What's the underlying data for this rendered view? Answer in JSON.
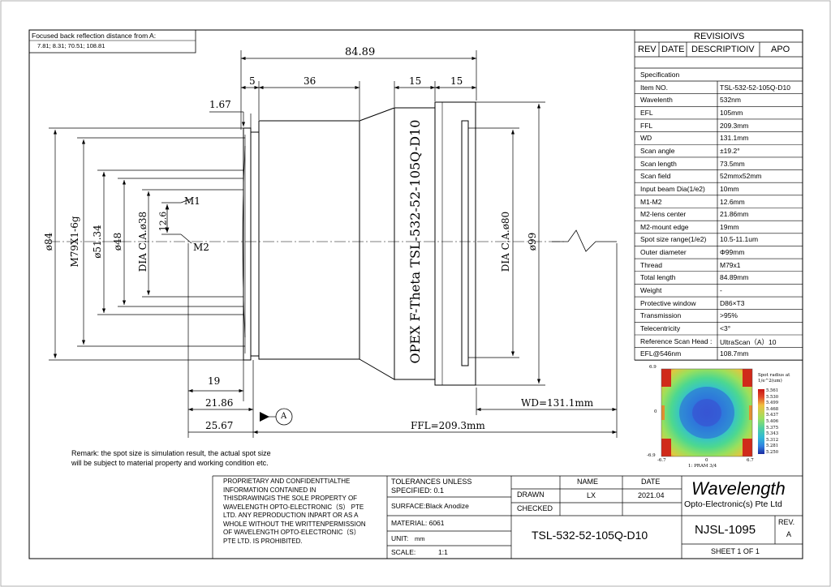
{
  "note_box": {
    "title": "Focused back reflection distance from A:",
    "values": "7.81; 8.31; 70.51; 108.81"
  },
  "dimensions": {
    "total_length": "84.89",
    "d5": "5",
    "d36": "36",
    "d15a": "15",
    "d15b": "15",
    "d167": "1.67",
    "dia84": "ø84",
    "thread": "M79X1-6g",
    "dia5134": "ø51.34",
    "dia48": "ø48",
    "ca38": "DIA C.A.ø38",
    "d126": "12.6",
    "m1": "M1",
    "m2": "M2",
    "ca80": "DIA C.A.ø80",
    "dia99": "ø99",
    "d19": "19",
    "d2186": "21.86",
    "d2567": "25.67",
    "wd": "WD=131.1mm",
    "ffl": "FFL=209.3mm",
    "datum": "A"
  },
  "lens_label": "OPEX F-Theta TSL-532-52-105Q-D10",
  "revisions": {
    "title": "REVISIOIVS",
    "cols": [
      "REV",
      "DATE",
      "DESCRIPTIOIV",
      "APO"
    ]
  },
  "specs": [
    {
      "k": "Specification",
      "v": ""
    },
    {
      "k": "Item NO.",
      "v": "TSL-532-52-105Q-D10"
    },
    {
      "k": "Wavelenth",
      "v": "532nm"
    },
    {
      "k": "EFL",
      "v": "105mm"
    },
    {
      "k": "FFL",
      "v": "209.3mm"
    },
    {
      "k": "WD",
      "v": "131.1mm"
    },
    {
      "k": "Scan angle",
      "v": "±19.2°"
    },
    {
      "k": "Scan length",
      "v": "73.5mm"
    },
    {
      "k": "Scan field",
      "v": "52mmx52mm"
    },
    {
      "k": "Input beam Dia(1/e2)",
      "v": "10mm"
    },
    {
      "k": "M1-M2",
      "v": "12.6mm"
    },
    {
      "k": "M2-lens center",
      "v": "21.86mm"
    },
    {
      "k": "M2-mount edge",
      "v": "19mm"
    },
    {
      "k": "Spot size range(1/e2)",
      "v": "10.5-11.1um"
    },
    {
      "k": "Outer diameter",
      "v": "Φ99mm"
    },
    {
      "k": "Thread",
      "v": "M79x1"
    },
    {
      "k": "Total length",
      "v": "84.89mm"
    },
    {
      "k": "Weight",
      "v": "-"
    },
    {
      "k": "Protective window",
      "v": "D86×T3"
    },
    {
      "k": "Transmission",
      "v": ">95%"
    },
    {
      "k": "Telecentricity",
      "v": "<3°"
    },
    {
      "k": "Reference Scan Head :",
      "v": "UltraScan（A）10"
    },
    {
      "k": "EFL@546nm",
      "v": "108.7mm"
    }
  ],
  "heatmap": {
    "ymax": "6.9",
    "ymid": "0",
    "ymin": "-6.9",
    "xmin": "-6.7",
    "xmid": "0",
    "xmax": "6.7",
    "legend_title1": "Spot radius at",
    "legend_title2": "1/e^2(um)",
    "legend_values": [
      "5.561",
      "5.530",
      "5.499",
      "5.468",
      "5.437",
      "5.406",
      "5.375",
      "5.343",
      "5.312",
      "5.281",
      "5.250"
    ],
    "caption": "1: PRAM 3/4",
    "colors": [
      "#c81414",
      "#e04a2a",
      "#e88a3a",
      "#f0c040",
      "#d8e040",
      "#9ae060",
      "#50d0a0",
      "#30b8d8",
      "#3080e0",
      "#2048c8",
      "#1a2aa0"
    ]
  },
  "remark": {
    "line1": "Remark: the spot size is simulation result, the actual spot size",
    "line2": "will be subject to material property and working condition etc."
  },
  "title_block": {
    "proprietary": [
      "PROPRIETARY AND CONFIDENTTIALTHE",
      "INFORMATION CONTAINED IN",
      "THISDRAWINGIS THE SOLE PROPERTY OF",
      "WAVELENGTH OPTO-ELECTRONIC（S） PTE",
      "LTD. ANY REPRODUCTION INPART OR AS A",
      "WHOLE WITHOUT THE WRITTENPERMISSION",
      "OF WAVELENGTH OPTO-ELECTRONIC（S）",
      "PTE LTD. IS PROHIBITED."
    ],
    "tolerances1": "TOLERANCES UNLESS",
    "tolerances2": "SPECIFIED: 0.1",
    "surface": "SURFACE:Black Anodize",
    "material": "MATERIAL: 6061",
    "unit_label": "UNIT:",
    "unit_value": "mm",
    "scale_label": "SCALE:",
    "scale_value": "1:1",
    "name_hdr": "NAME",
    "date_hdr": "DATE",
    "drawn": "DRAWN",
    "drawn_name": "LX",
    "drawn_date": "2021.04",
    "checked": "CHECKED",
    "part_no": "TSL-532-52-105Q-D10",
    "company": "Wavelength",
    "company_sub": "Opto-Electronic(s) Pte Ltd",
    "drawing_no": "NJSL-1095",
    "rev_label": "REV.",
    "rev_value": "A",
    "sheet": "SHEET 1 OF 1"
  }
}
